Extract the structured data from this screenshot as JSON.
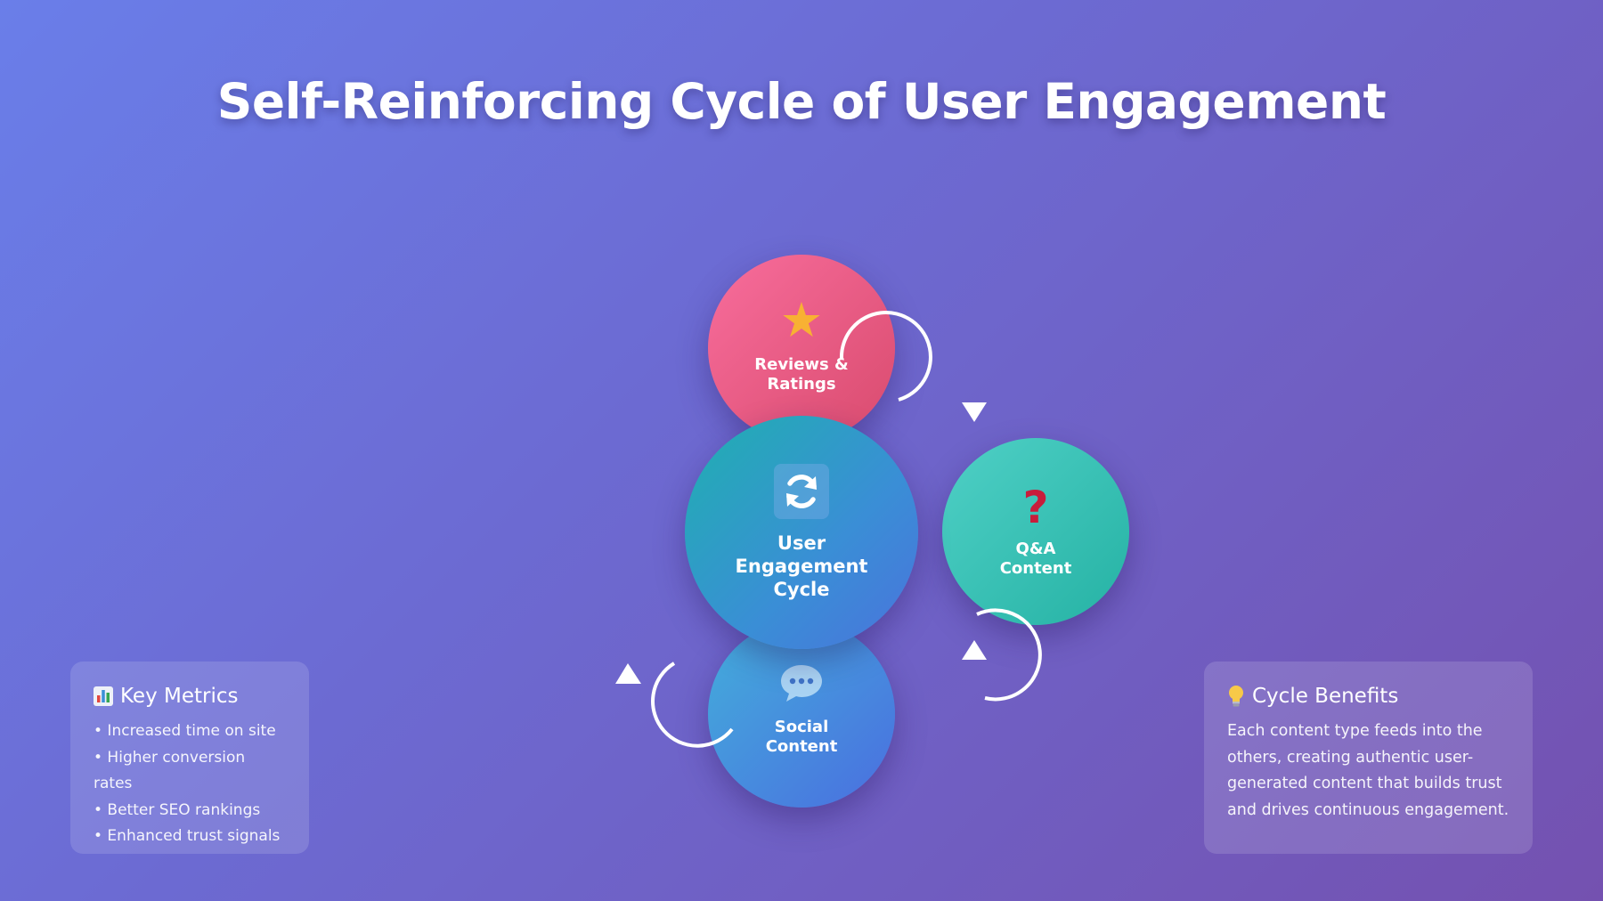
{
  "title": "Self-Reinforcing Cycle of User Engagement",
  "center": {
    "lines": [
      "User",
      "Engagement",
      "Cycle"
    ],
    "icon": "sync-icon"
  },
  "nodes": {
    "reviews": {
      "lines": [
        "Reviews &",
        "Ratings"
      ],
      "icon": "star-icon"
    },
    "qa": {
      "lines": [
        "Q&A",
        "Content"
      ],
      "icon": "question-icon"
    },
    "social": {
      "lines": [
        "Social",
        "Content"
      ],
      "icon": "chat-bubble-icon"
    }
  },
  "key_metrics": {
    "title": "Key Metrics",
    "icon": "bar-chart-icon",
    "items": [
      "• Increased time on site",
      "• Higher conversion rates",
      "• Better SEO rankings",
      "• Enhanced trust signals"
    ]
  },
  "cycle_benefits": {
    "title": "Cycle Benefits",
    "icon": "lightbulb-icon",
    "lines": [
      "Each content type feeds into the",
      "others, creating authentic user-",
      "generated content that builds trust",
      "and drives continuous engagement."
    ]
  },
  "colors": {
    "reviews": "#e85a84",
    "qa": "#36c1b4",
    "social": "#4788dd",
    "center": "#2f9ec8",
    "star": "#f8b133",
    "question": "#c81d3b"
  }
}
